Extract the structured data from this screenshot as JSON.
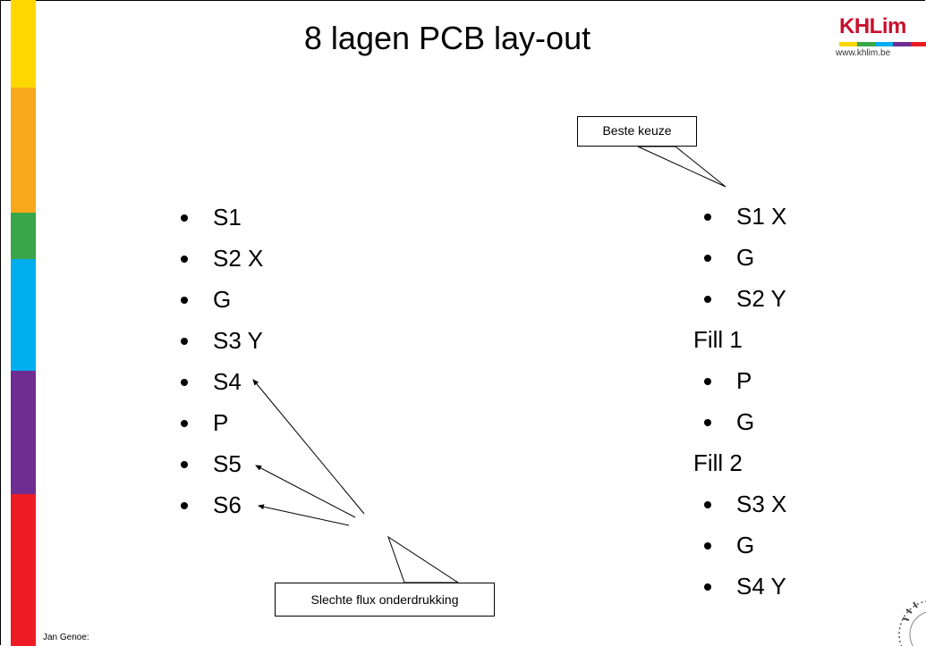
{
  "slide": {
    "title": "8 lagen PCB lay-out",
    "footer": "Jan Genoe:"
  },
  "logo": {
    "name": "KHLim",
    "url": "www.khlim.be"
  },
  "left_list": [
    "S1",
    "S2 X",
    "G",
    "S3 Y",
    "S4",
    "P",
    "S5",
    "S6"
  ],
  "right_list": [
    {
      "type": "bullet",
      "text": "S1 X"
    },
    {
      "type": "bullet",
      "text": "G"
    },
    {
      "type": "bullet",
      "text": "S2 Y"
    },
    {
      "type": "plain",
      "text": "Fill 1"
    },
    {
      "type": "bullet",
      "text": "P"
    },
    {
      "type": "bullet",
      "text": "G"
    },
    {
      "type": "plain",
      "text": "Fill 2"
    },
    {
      "type": "bullet",
      "text": "S3 X"
    },
    {
      "type": "bullet",
      "text": "G"
    },
    {
      "type": "bullet",
      "text": "S4 Y"
    }
  ],
  "callouts": {
    "best_choice": "Beste keuze",
    "bad_flux": "Slechte flux onderdrukking"
  },
  "colors": {
    "stripe": [
      "#ffd700",
      "#f7a81b",
      "#3aa64a",
      "#00aeef",
      "#6f2c91",
      "#ed1c24"
    ],
    "logo_red": "#c8102e"
  }
}
